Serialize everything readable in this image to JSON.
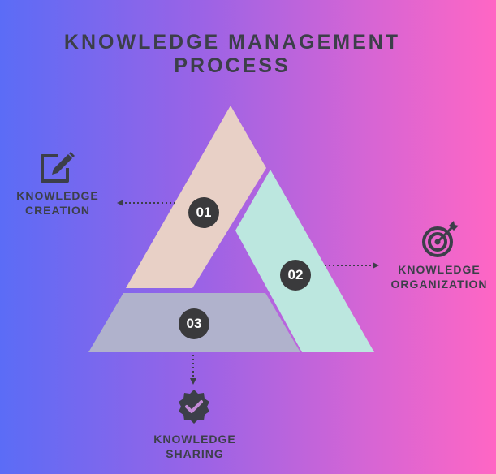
{
  "title": {
    "line1": "KNOWLEDGE MANAGEMENT",
    "line2": "PROCESS"
  },
  "steps": [
    {
      "number": "01",
      "label_line1": "KNOWLEDGE",
      "label_line2": "CREATION",
      "icon": "edit-icon",
      "color": "#e8d0c6"
    },
    {
      "number": "02",
      "label_line1": "KNOWLEDGE",
      "label_line2": "ORGANIZATION",
      "icon": "target-icon",
      "color": "#bce7df"
    },
    {
      "number": "03",
      "label_line1": "KNOWLEDGE",
      "label_line2": "SHARING",
      "icon": "verified-badge-icon",
      "color": "#b0b2cc"
    }
  ],
  "colors": {
    "text": "#3c3f49",
    "badge": "#3a3a3c",
    "bg_left": "#5b6cf6",
    "bg_right": "#ff66c4"
  }
}
